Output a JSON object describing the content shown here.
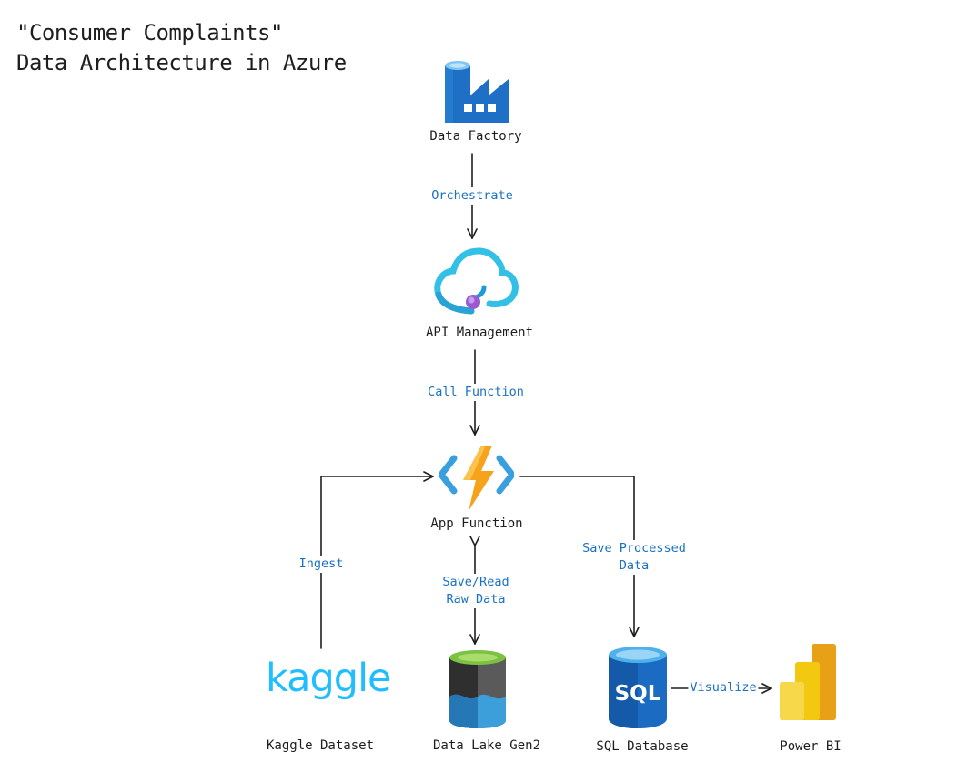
{
  "title": {
    "line1": "\"Consumer Complaints\"",
    "line2": "Data Architecture in Azure"
  },
  "nodes": {
    "data_factory": {
      "label": "Data Factory",
      "icon": "data-factory-icon"
    },
    "api_management": {
      "label": "API Management",
      "icon": "api-management-icon"
    },
    "app_function": {
      "label": "App Function",
      "icon": "function-app-icon"
    },
    "kaggle": {
      "label": "Kaggle Dataset",
      "icon": "kaggle-logo",
      "logo_text": "kaggle"
    },
    "data_lake": {
      "label": "Data Lake Gen2",
      "icon": "data-lake-icon"
    },
    "sql_database": {
      "label": "SQL Database",
      "icon": "sql-database-icon",
      "logo_text": "SQL"
    },
    "power_bi": {
      "label": "Power BI",
      "icon": "power-bi-icon"
    }
  },
  "edges": {
    "orchestrate": {
      "label": "Orchestrate"
    },
    "call_function": {
      "label": "Call Function"
    },
    "ingest": {
      "label": "Ingest"
    },
    "save_read": {
      "line1": "Save/Read",
      "line2": "Raw Data"
    },
    "save_processed": {
      "line1": "Save Processed",
      "line2": "Data"
    },
    "visualize": {
      "label": "Visualize"
    }
  },
  "colors": {
    "edge_label": "#1971c2",
    "stroke": "#1e1e1e",
    "azure_blue": "#0078d4",
    "kaggle": "#20beff"
  }
}
